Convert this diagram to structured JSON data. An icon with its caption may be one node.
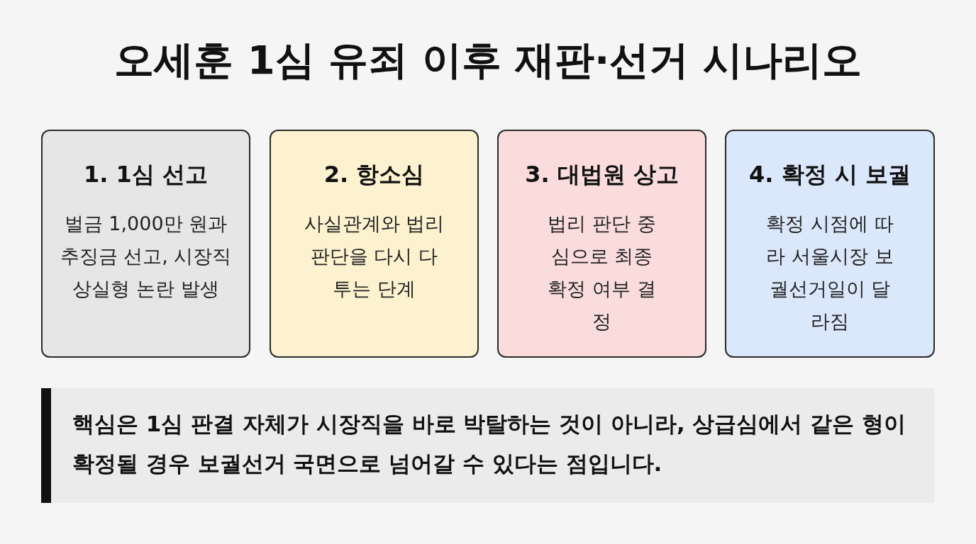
{
  "diagram": {
    "title": "오세훈 1심 유죄 이후 재판·선거 시나리오",
    "nodes": [
      {
        "text": [
          "1. 1심 선고",
          "벌금 1,000만 원과 추징금 선고, 시장직 상실형 논란 발생"
        ]
      },
      {
        "text": [
          "2. 항소심",
          "사실관계와 법리 판단을 다시 다투는 단계"
        ]
      },
      {
        "text": [
          "3. 대법원 상고",
          "법리 판단 중심으로 최종 확정 여부 결정"
        ]
      },
      {
        "text": [
          "4. 확정 시 보궐",
          "확정 시점에 따라 서울시장 보궐선거일이 달라짐"
        ]
      },
      {
        "text": [
          "핵심은 1심 판결 자체가 시장직을 바로 박탈하는 것이 아니라, 상급심에서 같은 형이 확정될 경우 보궐선거 국면으로 넘어갈 수 있다는 점입니다."
        ]
      }
    ]
  }
}
